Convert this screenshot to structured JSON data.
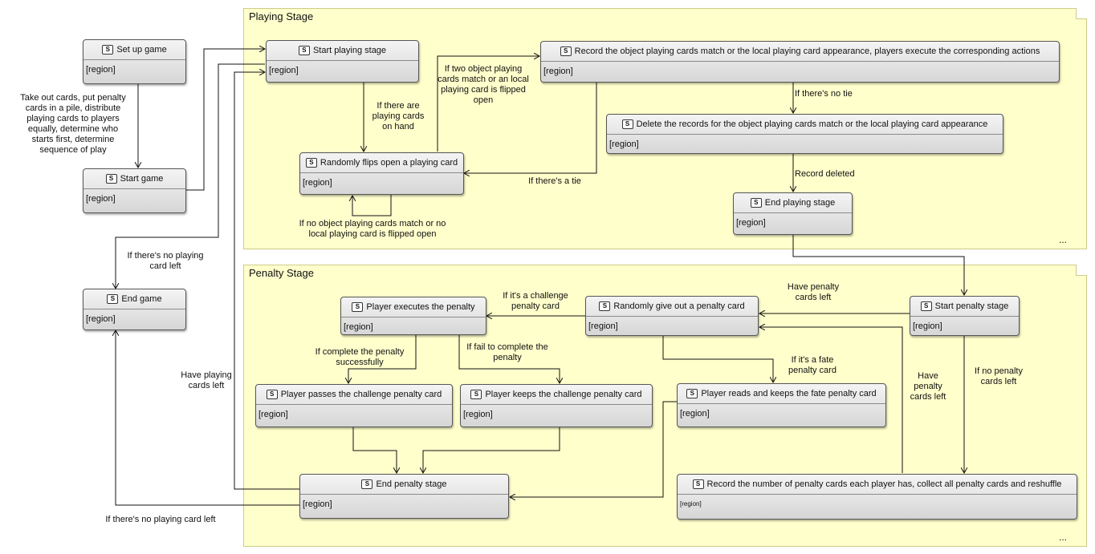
{
  "frames": {
    "playing": {
      "title": "Playing Stage",
      "ellipsis": "..."
    },
    "penalty": {
      "title": "Penalty Stage",
      "ellipsis": "..."
    }
  },
  "states": {
    "setup": {
      "icon": "S",
      "title": "Set up game",
      "region": "[region]"
    },
    "start_game": {
      "icon": "S",
      "title": "Start game",
      "region": "[region]"
    },
    "end_game": {
      "icon": "S",
      "title": "End game",
      "region": "[region]"
    },
    "start_playing": {
      "icon": "S",
      "title": "Start playing stage",
      "region": "[region]"
    },
    "random_flip": {
      "icon": "S",
      "title": "Randomly flips open a playing card",
      "region": "[region]"
    },
    "record_match": {
      "icon": "S",
      "title": "Record the object playing cards match or the local playing card appearance, players execute the corresponding actions",
      "region": "[region]"
    },
    "delete_records": {
      "icon": "S",
      "title": "Delete the records for the object playing cards match or the local playing card appearance",
      "region": "[region]"
    },
    "end_playing": {
      "icon": "S",
      "title": "End playing stage",
      "region": "[region]"
    },
    "executes_penalty": {
      "icon": "S",
      "title": "Player executes the penalty",
      "region": "[region]"
    },
    "give_penalty": {
      "icon": "S",
      "title": "Randomly give out a penalty card",
      "region": "[region]"
    },
    "start_penalty": {
      "icon": "S",
      "title": "Start penalty stage",
      "region": "[region]"
    },
    "passes_challenge": {
      "icon": "S",
      "title": "Player passes the challenge penalty card",
      "region": "[region]"
    },
    "keeps_challenge": {
      "icon": "S",
      "title": "Player keeps the challenge penalty card",
      "region": "[region]"
    },
    "reads_fate": {
      "icon": "S",
      "title": "Player reads and keeps the fate penalty card",
      "region": "[region]"
    },
    "end_penalty": {
      "icon": "S",
      "title": "End penalty stage",
      "region": "[region]"
    },
    "record_number": {
      "icon": "S",
      "title": "Record the number of penalty cards each player has, collect all penalty cards and reshuffle",
      "region": "[region]"
    }
  },
  "labels": {
    "setup_to_start": "Take out cards, put penalty cards in a pile, distribute playing cards to players equally, determine who starts first, determine sequence of play",
    "has_cards_on_hand": "If there are playing cards on hand",
    "two_match": "If two object playing cards match or an local playing card is flipped open",
    "no_match": "If no object playing cards match or no local playing card is flipped open",
    "tie": "If there's a tie",
    "no_tie": "If there's no tie",
    "record_deleted": "Record deleted",
    "no_card_left_top": "If there's no playing card left",
    "have_playing_left": "Have playing cards left",
    "no_card_left_bottom": "If there's no playing card left",
    "have_penalty_left_top": "Have penalty cards left",
    "challenge_card": "If it's a challenge penalty card",
    "complete_success": "If complete the penalty successfully",
    "fail_complete": "If fail to complete the penalty",
    "fate_card": "If it's a fate penalty card",
    "have_penalty_left_right": "Have penalty cards left",
    "no_penalty_left": "If no penalty cards left"
  }
}
